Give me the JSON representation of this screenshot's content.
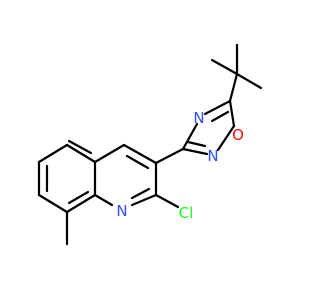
{
  "molecule": {
    "atoms": [
      {
        "id": "o1",
        "symbol": "O",
        "color": "#ff0d0d"
      },
      {
        "id": "n_ring_top",
        "symbol": "N",
        "color": "#3050f8"
      },
      {
        "id": "n_ring_bottom",
        "symbol": "N",
        "color": "#3050f8"
      },
      {
        "id": "n_quinoline",
        "symbol": "N",
        "color": "#3050f8"
      },
      {
        "id": "cl",
        "symbol": "Cl",
        "color": "#1ff01f"
      }
    ]
  }
}
